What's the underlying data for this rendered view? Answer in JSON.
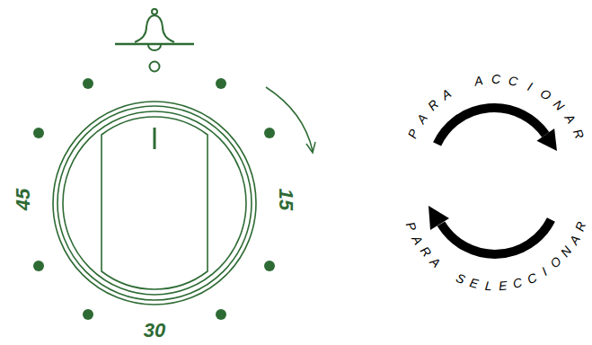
{
  "diagram": {
    "labels": [
      "45",
      "15",
      "30",
      "PARA ACCIONAR",
      "PARA SELECCIONAR"
    ]
  }
}
